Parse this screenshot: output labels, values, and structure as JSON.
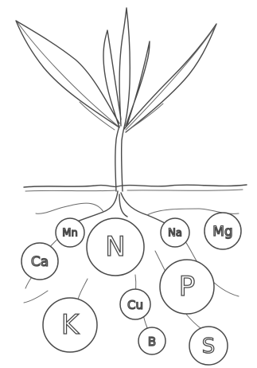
{
  "nutrients": [
    {
      "symbol": "Mn"
    },
    {
      "symbol": "Ca"
    },
    {
      "symbol": "N"
    },
    {
      "symbol": "Na"
    },
    {
      "symbol": "Mg"
    },
    {
      "symbol": "P"
    },
    {
      "symbol": "Cu"
    },
    {
      "symbol": "K"
    },
    {
      "symbol": "B"
    },
    {
      "symbol": "S"
    }
  ],
  "colors": {
    "line": "#4a4a4a",
    "background": "#ffffff"
  }
}
